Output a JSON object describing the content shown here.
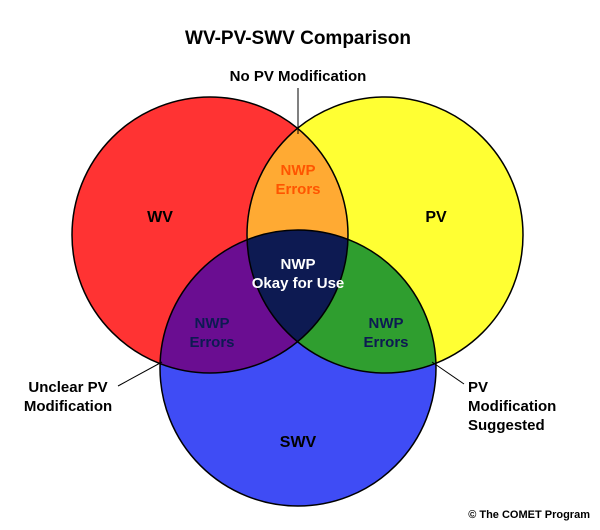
{
  "title": "WV-PV-SWV Comparison",
  "sets": {
    "wv": "WV",
    "pv": "PV",
    "swv": "SWV"
  },
  "regions": {
    "wv_pv": {
      "line1": "NWP",
      "line2": "Errors"
    },
    "wv_swv": {
      "line1": "NWP",
      "line2": "Errors"
    },
    "pv_swv": {
      "line1": "NWP",
      "line2": "Errors"
    },
    "center": {
      "line1": "NWP",
      "line2": "Okay for Use"
    }
  },
  "callouts": {
    "top": "No PV Modification",
    "left_line1": "Unclear PV",
    "left_line2": "Modification",
    "right_line1": "PV",
    "right_line2": "Modification",
    "right_line3": "Suggested"
  },
  "copyright": "© The COMET Program",
  "colors": {
    "wv": "#ff3333",
    "pv": "#ffff33",
    "swv": "#3f4cf5",
    "wv_pv": "#ffaa33",
    "wv_swv": "#6a0d91",
    "pv_swv": "#2f9e2f",
    "center": "#0d1a52",
    "wv_pv_text": "#ff5500",
    "dark_text": "#0d1a52",
    "center_text": "#ffffff"
  }
}
